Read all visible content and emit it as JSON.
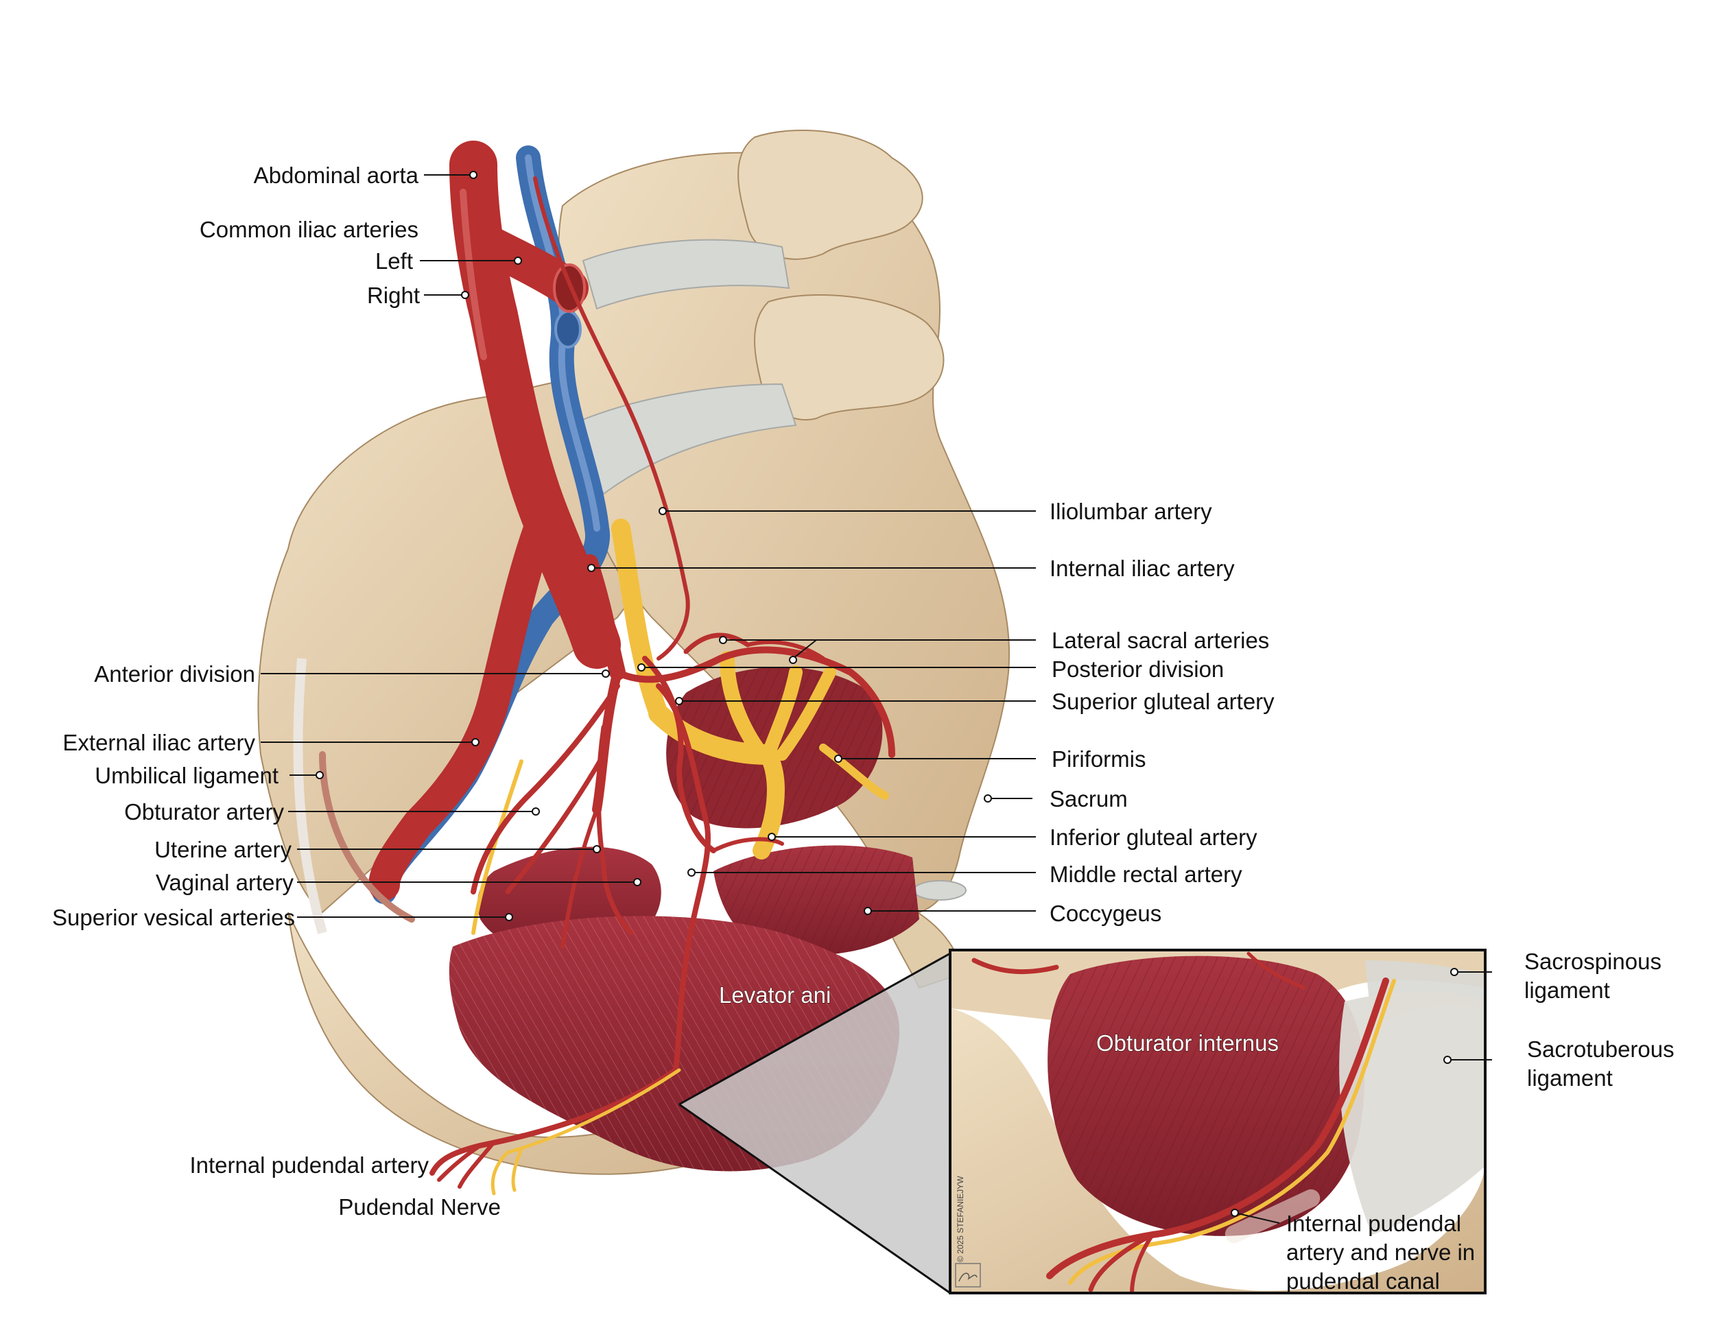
{
  "labels": {
    "abdominal_aorta": "Abdominal aorta",
    "common_iliac_arteries": "Common iliac arteries",
    "left": "Left",
    "right": "Right",
    "iliolumbar_artery": "Iliolumbar artery",
    "internal_iliac_artery": "Internal iliac artery",
    "lateral_sacral_arteries": "Lateral sacral arteries",
    "posterior_division": "Posterior division",
    "superior_gluteal_artery": "Superior gluteal artery",
    "piriformis": "Piriformis",
    "sacrum": "Sacrum",
    "inferior_gluteal_artery": "Inferior gluteal artery",
    "middle_rectal_artery": "Middle rectal artery",
    "coccygeus": "Coccygeus",
    "anterior_division": "Anterior division",
    "external_iliac_artery": "External iliac artery",
    "umbilical_ligament": "Umbilical ligament",
    "obturator_artery": "Obturator artery",
    "uterine_artery": "Uterine artery",
    "vaginal_artery": "Vaginal artery",
    "superior_vesical_arteries": "Superior vesical arteries",
    "levator_ani": "Levator ani",
    "internal_pudendal_artery": "Internal pudendal artery",
    "pudendal_nerve": "Pudendal Nerve",
    "obturator_internus": "Obturator internus",
    "sacrospinous_line1": "Sacrospinous",
    "sacrospinous_line2": "ligament",
    "sacrotuberous_line1": "Sacrotuberous",
    "sacrotuberous_line2": "ligament",
    "pudendal_canal_line1": "Internal pudendal",
    "pudendal_canal_line2": "artery and nerve in",
    "pudendal_canal_line3": "pudendal canal"
  },
  "copyright": "© 2025 STEFANIEJYW",
  "colors": {
    "bone": "#e6d2b2",
    "bone_shadow": "#c9ad86",
    "artery": "#b8302f",
    "vein": "#3e6fb0",
    "nerve": "#f2c040",
    "muscle": "#962a33",
    "ligament": "#d8d8d4"
  }
}
